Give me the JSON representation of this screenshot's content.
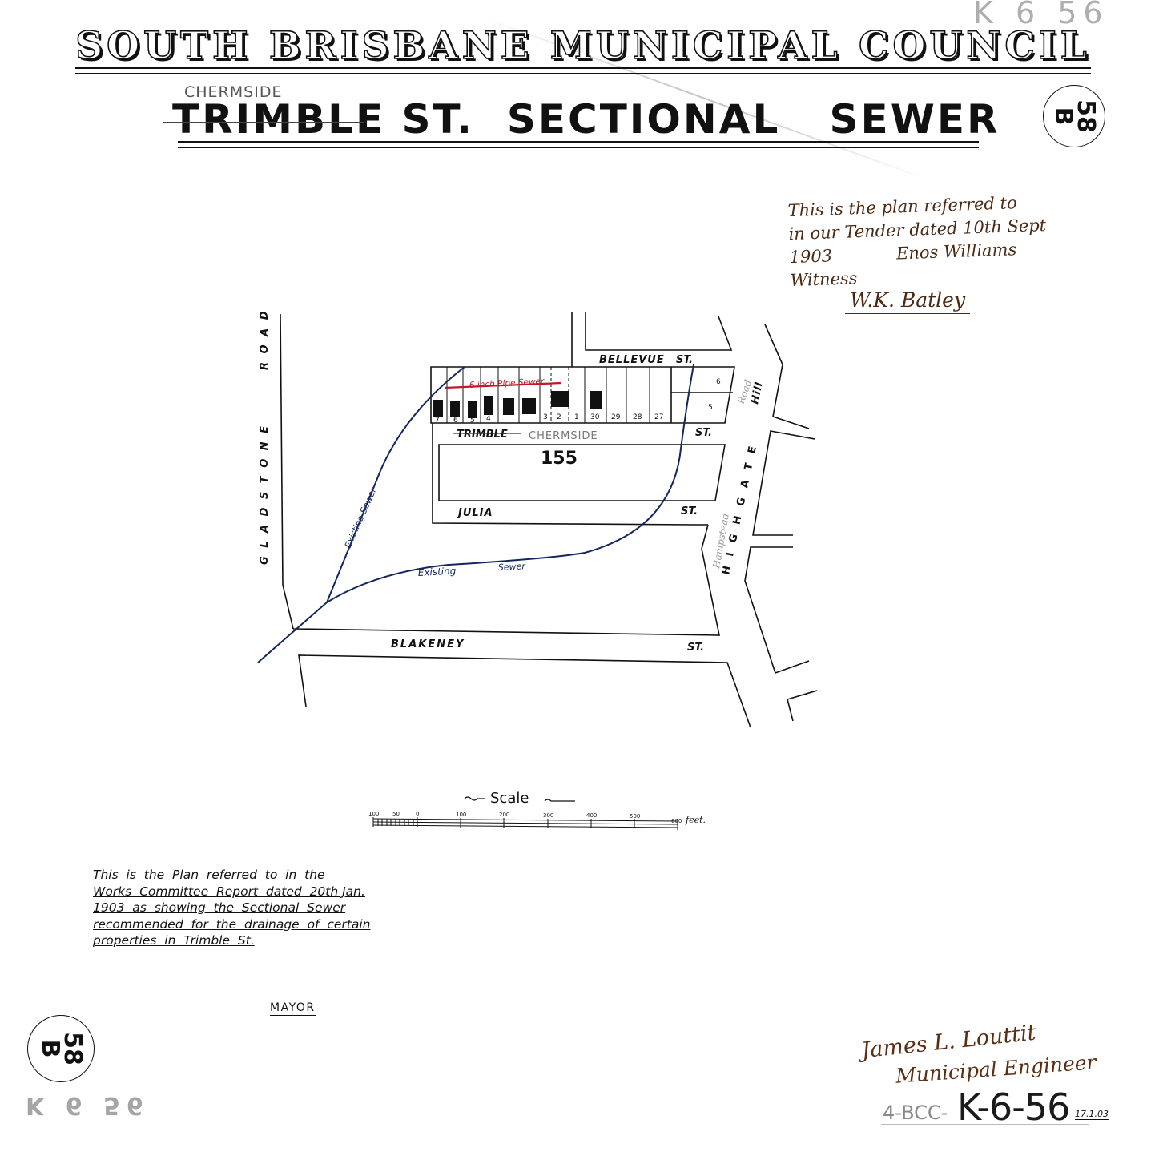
{
  "header": {
    "council_title": "SOUTH BRISBANE MUNICIPAL COUNCIL",
    "corner_stamp": "K 6 56",
    "renamed_note": "CHERMSIDE",
    "plan_title": "TRIMBLE ST.  SECTIONAL   SEWER",
    "badge": {
      "number": "58",
      "letter": "B"
    }
  },
  "tender_note": {
    "lines": [
      "This is the plan referred to",
      "in our Tender dated 10th Sept",
      "1903            Enos Williams",
      "Witness"
    ],
    "witness_signature": "W.K. Batley"
  },
  "map": {
    "streets": {
      "gladstone_road": "G L A D S T O N E",
      "gladstone_road_suffix": "R O A D",
      "bellevue": "BELLEVUE",
      "bellevue_suffix": "ST.",
      "trimble_struck": "TRIMBLE",
      "trimble_renamed": "CHERMSIDE",
      "trimble_suffix": "ST.",
      "julia": "JULIA",
      "julia_suffix": "ST.",
      "blakeney": "BLAKENEY",
      "blakeney_suffix": "ST.",
      "highgate": "H I G H G A T E",
      "highgate_renamed": "Hampstead",
      "hill": "Hill",
      "hill_renamed": "Road"
    },
    "block_number": "155",
    "new_sewer_label": "6 inch Pipe Sewer",
    "existing_sewer_label_1": "Existing Sewer",
    "existing_sewer_label_2a": "Existing",
    "existing_sewer_label_2b": "Sewer",
    "lots": [
      "7",
      "6",
      "5",
      "4",
      "",
      "",
      "3",
      "2",
      "1",
      "30",
      "29",
      "28",
      "27"
    ],
    "corner_lots": [
      "6",
      "5"
    ],
    "colors": {
      "new_sewer": "#c0182a",
      "existing_sewer": "#14265e",
      "lines": "#111111"
    }
  },
  "scale": {
    "title": "Scale",
    "ticks": [
      "100",
      "50",
      "0",
      "100",
      "200",
      "300",
      "400",
      "500",
      "600"
    ],
    "unit": "feet."
  },
  "committee_note": {
    "lines": [
      "This  is  the  Plan  referred  to  in  the",
      "Works  Committee  Report  dated  20th Jan.",
      "1903  as  showing  the  Sectional  Sewer",
      "recommended  for  the  drainage  of  certain",
      "properties  in  Trimble  St."
    ],
    "mayor_label": "MAYOR"
  },
  "footer": {
    "back_stamp": "K 6 56",
    "engineer_signature": "James L. Louttit",
    "engineer_title": "Municipal Engineer",
    "reference_prefix": "4-BCC-",
    "reference_number": "K-6-56",
    "reference_date": "17.1.03"
  }
}
